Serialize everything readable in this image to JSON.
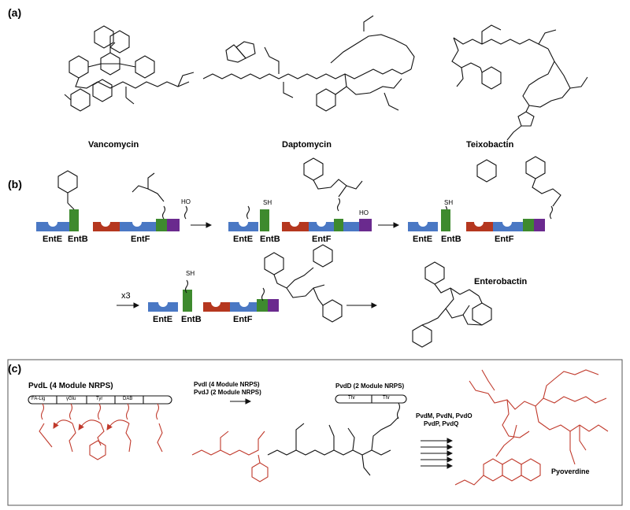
{
  "panels": {
    "a": {
      "label": "(a)",
      "compounds": [
        "Vancomycin",
        "Daptomycin",
        "Teixobactin"
      ]
    },
    "b": {
      "label": "(b)",
      "domains": {
        "e": "EntE",
        "b": "EntB",
        "f": "EntF"
      },
      "repeat": "x3",
      "product": "Enterobactin",
      "thiol": "SH",
      "hydroxyl": "HO"
    },
    "c": {
      "label": "(c)",
      "pvdl_title": "PvdL (4 Module NRPS)",
      "pvdl_modules": [
        "FA-Lig",
        "γGlu",
        "Tyr",
        "DAB"
      ],
      "pvdi_title": "PvdI (4 Module NRPS)",
      "pvdj_title": "PvdJ (2 Module NRPS)",
      "pvdd_title": "PvdD (2 Module NRPS)",
      "pvdd_modules": [
        "Thr",
        "Thr"
      ],
      "tailoring_line1": "PvdM, PvdN, PvdO",
      "tailoring_line2": "PvdP, PvdQ",
      "product": "Pyoverdine"
    }
  },
  "colors": {
    "ent_e": "#4a78c4",
    "ent_b": "#3e8a2e",
    "ent_f_c": "#b5371f",
    "ent_f_a": "#4a78c4",
    "ent_f_pcp": "#3e8a2e",
    "ent_f_te": "#6a2a8e",
    "red_structure": "#c0392b"
  }
}
